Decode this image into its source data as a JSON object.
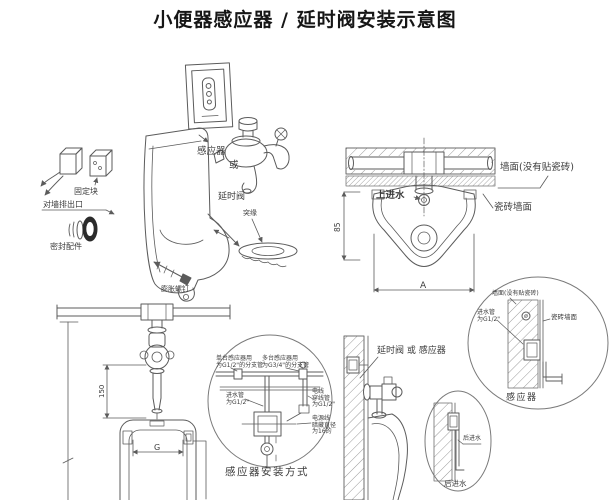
{
  "title": "小便器感应器 / 延时阀安装示意图",
  "exploded": {
    "sensor": "感应器",
    "or": "或",
    "delay_valve": "延时阀",
    "flange": "突缘",
    "fixing_block": "固定块",
    "wall_outlet": "对墙排出口",
    "seal_fitting": "密封配件",
    "expansion_screw": "膨胀螺钉"
  },
  "top_view": {
    "wall": "墙面(没有贴瓷砖)",
    "tile_wall": "瓷砖墙面",
    "top_inlet": "上进水",
    "dim_width": "A",
    "dim_depth": "85"
  },
  "front_view": {
    "dim_valve_height": "150",
    "dim_inner_width": "G"
  },
  "install_detail": {
    "caption": "感应器安装方式",
    "single_branch": "单台感应器用\n为G1/2\"的分支管",
    "multi_branch": "多台感应器用\n为G3/4\"的分支管",
    "inlet_pipe": "进水管\n为G1/2\"",
    "wire_conduit": "电线\n穿线管\n为G1/2\"",
    "power_line": "电源线\n暗藏直径\n为16的"
  },
  "side_view": {
    "valve_or_sensor": "延时阀 或 感应器"
  },
  "sensor_circle": {
    "wall": "墙面(没有贴瓷砖)",
    "inlet_pipe": "进水管\n为G1/2\"",
    "tile_wall": "瓷砖墙面",
    "caption": "感应器"
  },
  "rear_circle": {
    "inlet": "后进水",
    "caption": "后进水"
  },
  "colors": {
    "line": "#5b5b5b",
    "hatch": "#979797",
    "text": "#3c3c3c"
  }
}
